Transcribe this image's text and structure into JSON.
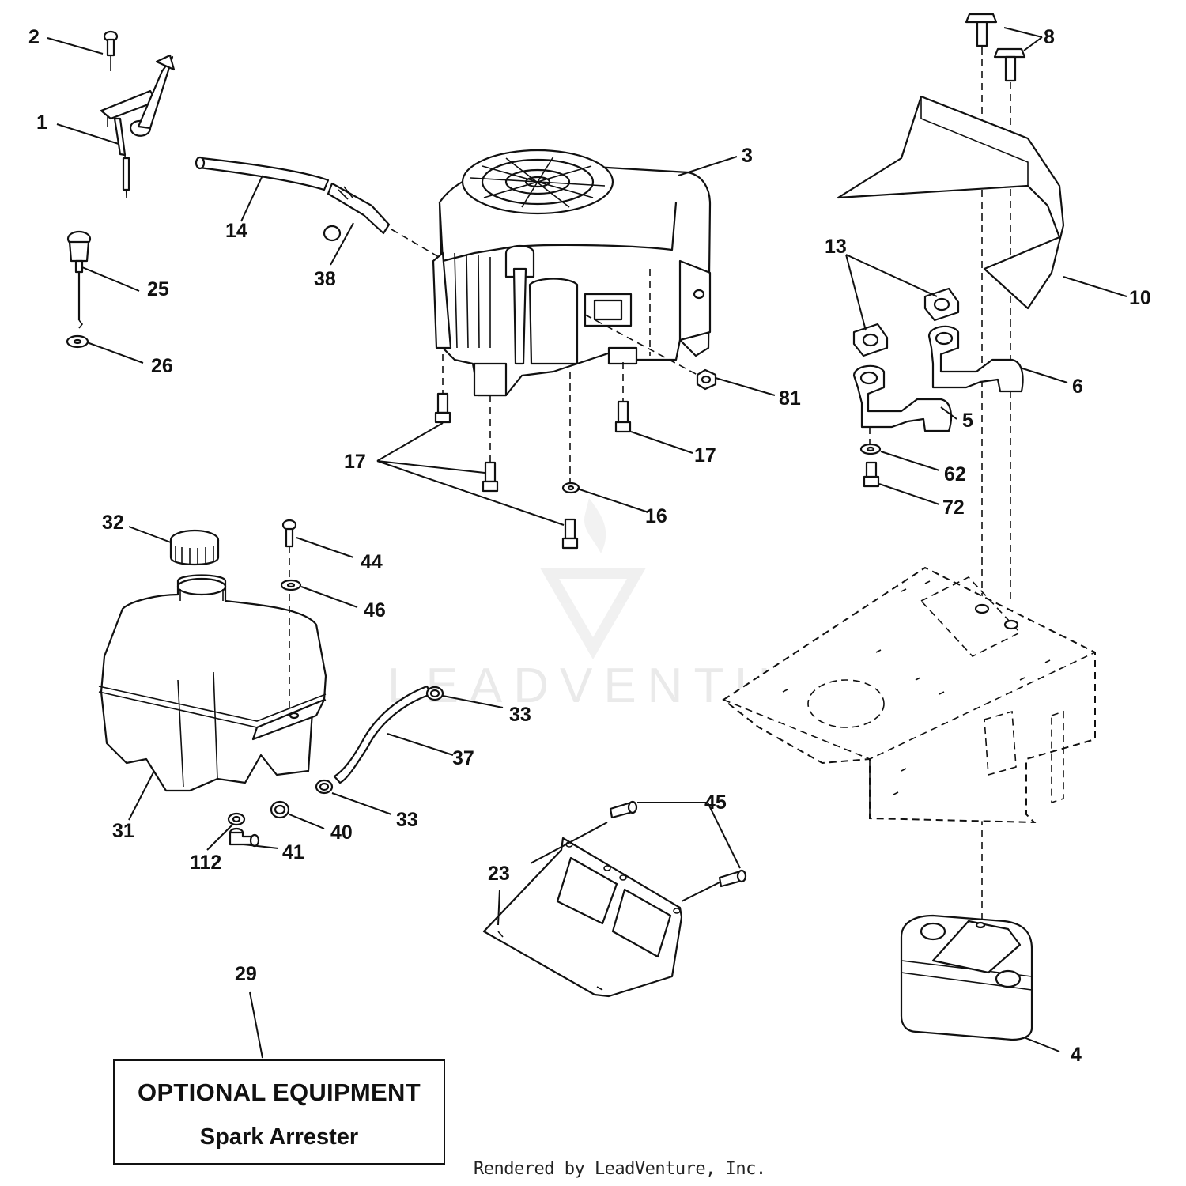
{
  "diagram": {
    "optional_box": {
      "title": "OPTIONAL EQUIPMENT",
      "subtitle": "Spark Arrester"
    },
    "credit": "Rendered by LeadVenture, Inc.",
    "watermark": "LEADVENTURE",
    "callouts": {
      "c1": "1",
      "c2": "2",
      "c3": "3",
      "c4": "4",
      "c5": "5",
      "c6": "6",
      "c8": "8",
      "c10": "10",
      "c13": "13",
      "c14": "14",
      "c16": "16",
      "c17a": "17",
      "c17b": "17",
      "c23": "23",
      "c25": "25",
      "c26": "26",
      "c29": "29",
      "c31": "31",
      "c32": "32",
      "c33a": "33",
      "c33b": "33",
      "c37": "37",
      "c38": "38",
      "c40": "40",
      "c41": "41",
      "c44": "44",
      "c45": "45",
      "c46": "46",
      "c62": "62",
      "c72": "72",
      "c81": "81",
      "c112": "112"
    }
  },
  "colors": {
    "ink": "#111111",
    "background": "#ffffff",
    "watermark": "#d9d9d9"
  }
}
